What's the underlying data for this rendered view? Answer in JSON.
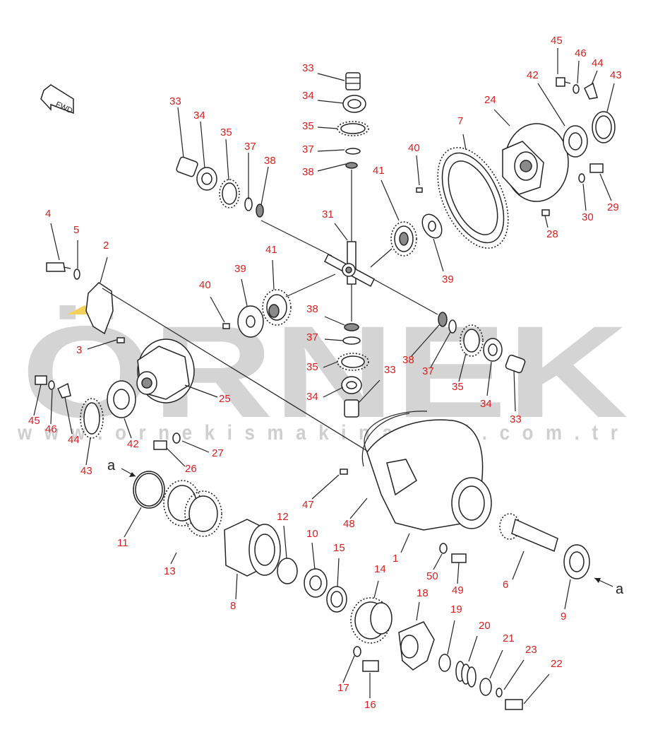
{
  "watermark": {
    "brand": "ÖRNEK",
    "url": "w w w . o r n e k i s m a k i n a l a r i . c o m . t r"
  },
  "fwd_label": "FWD",
  "ref_labels": {
    "a_left": "a",
    "a_right": "a"
  },
  "callouts": [
    {
      "id": "c33a",
      "text": "33"
    },
    {
      "id": "c34a",
      "text": "34"
    },
    {
      "id": "c35a",
      "text": "35"
    },
    {
      "id": "c37a",
      "text": "37"
    },
    {
      "id": "c38a",
      "text": "38"
    },
    {
      "id": "c33b",
      "text": "33"
    },
    {
      "id": "c34b",
      "text": "34"
    },
    {
      "id": "c35b",
      "text": "35"
    },
    {
      "id": "c37b",
      "text": "37"
    },
    {
      "id": "c38b",
      "text": "38"
    },
    {
      "id": "c40a",
      "text": "40"
    },
    {
      "id": "c7",
      "text": "7"
    },
    {
      "id": "c24",
      "text": "24"
    },
    {
      "id": "c42a",
      "text": "42"
    },
    {
      "id": "c45a",
      "text": "45"
    },
    {
      "id": "c46a",
      "text": "46"
    },
    {
      "id": "c44a",
      "text": "44"
    },
    {
      "id": "c43a",
      "text": "43"
    },
    {
      "id": "c29",
      "text": "29"
    },
    {
      "id": "c30",
      "text": "30"
    },
    {
      "id": "c28",
      "text": "28"
    },
    {
      "id": "c41a",
      "text": "41"
    },
    {
      "id": "c31",
      "text": "31"
    },
    {
      "id": "c39a",
      "text": "39"
    },
    {
      "id": "c4",
      "text": "4"
    },
    {
      "id": "c5",
      "text": "5"
    },
    {
      "id": "c2",
      "text": "2"
    },
    {
      "id": "c3",
      "text": "3"
    },
    {
      "id": "c40b",
      "text": "40"
    },
    {
      "id": "c39b",
      "text": "39"
    },
    {
      "id": "c41b",
      "text": "41"
    },
    {
      "id": "c38c",
      "text": "38"
    },
    {
      "id": "c37c",
      "text": "37"
    },
    {
      "id": "c35c",
      "text": "35"
    },
    {
      "id": "c34c",
      "text": "34"
    },
    {
      "id": "c33c",
      "text": "33"
    },
    {
      "id": "c38d",
      "text": "38"
    },
    {
      "id": "c37d",
      "text": "37"
    },
    {
      "id": "c35d",
      "text": "35"
    },
    {
      "id": "c34d",
      "text": "34"
    },
    {
      "id": "c33d",
      "text": "33"
    },
    {
      "id": "c25",
      "text": "25"
    },
    {
      "id": "c45b",
      "text": "45"
    },
    {
      "id": "c46b",
      "text": "46"
    },
    {
      "id": "c44b",
      "text": "44"
    },
    {
      "id": "c42b",
      "text": "42"
    },
    {
      "id": "c43b",
      "text": "43"
    },
    {
      "id": "c27",
      "text": "27"
    },
    {
      "id": "c26",
      "text": "26"
    },
    {
      "id": "c11",
      "text": "11"
    },
    {
      "id": "c13",
      "text": "13"
    },
    {
      "id": "c8",
      "text": "8"
    },
    {
      "id": "c12",
      "text": "12"
    },
    {
      "id": "c10",
      "text": "10"
    },
    {
      "id": "c15",
      "text": "15"
    },
    {
      "id": "c14",
      "text": "14"
    },
    {
      "id": "c47",
      "text": "47"
    },
    {
      "id": "c48",
      "text": "48"
    },
    {
      "id": "c1",
      "text": "1"
    },
    {
      "id": "c50",
      "text": "50"
    },
    {
      "id": "c49",
      "text": "49"
    },
    {
      "id": "c6",
      "text": "6"
    },
    {
      "id": "c9",
      "text": "9"
    },
    {
      "id": "c18",
      "text": "18"
    },
    {
      "id": "c19",
      "text": "19"
    },
    {
      "id": "c20",
      "text": "20"
    },
    {
      "id": "c21",
      "text": "21"
    },
    {
      "id": "c23",
      "text": "23"
    },
    {
      "id": "c22",
      "text": "22"
    },
    {
      "id": "c17",
      "text": "17"
    },
    {
      "id": "c16",
      "text": "16"
    }
  ]
}
